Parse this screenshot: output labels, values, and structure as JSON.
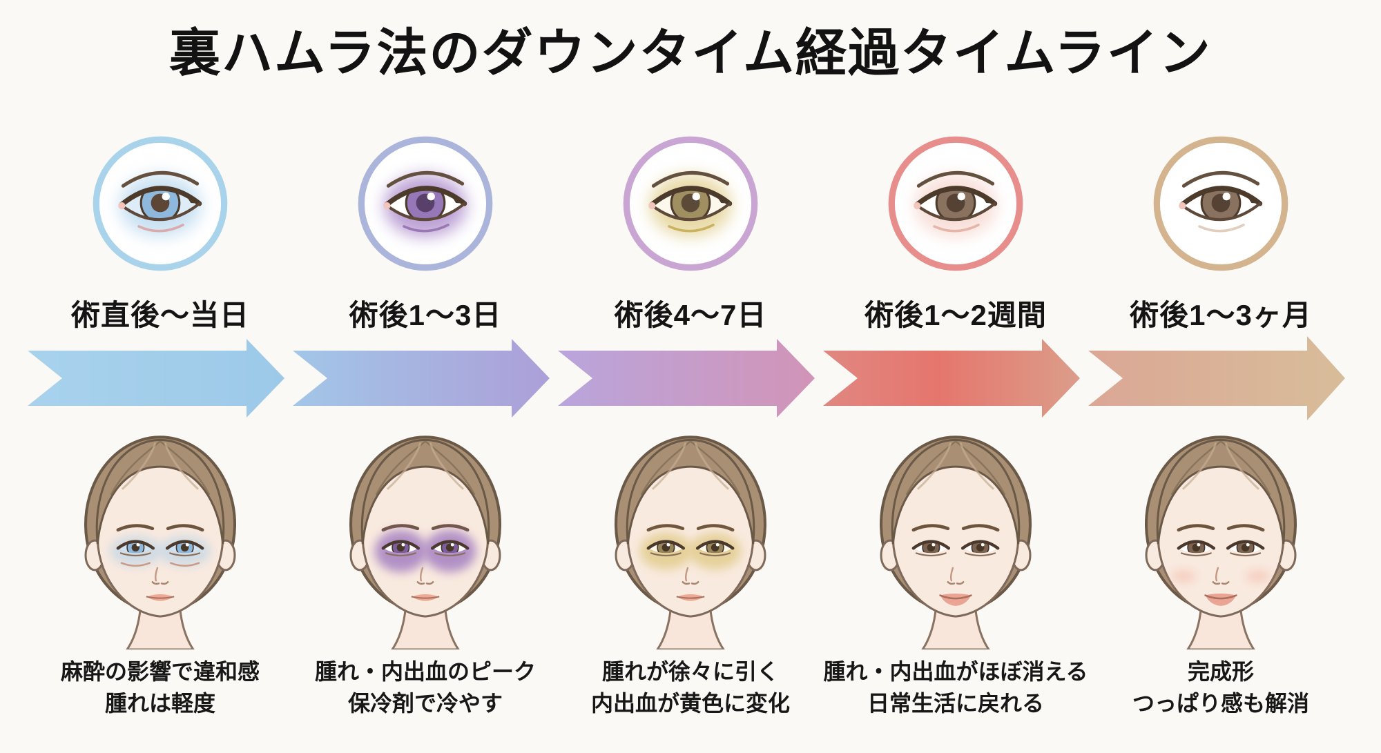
{
  "title": "裏ハムラ法のダウンタイム経過タイムライン",
  "colors": {
    "background": "#fbf9f5",
    "text": "#161616",
    "outline": "#6b5948",
    "skin": "#f9eadf",
    "hair": "#a98f74"
  },
  "stages": [
    {
      "label": "術直後〜当日",
      "caption_line1": "麻酔の影響で違和感",
      "caption_line2": "腫れは軽度",
      "ring_color": "#a9d3ea",
      "icon": {
        "bruise": "#9ec9e8",
        "bruise_opacity": 0.55,
        "eye_fill": "#ddecf7",
        "iris": "#8fb9dc",
        "pupil": "#5d4636",
        "under_line": "#d9a0a0"
      },
      "arrow": {
        "from": "#a8d2ec",
        "to": "#9dc9e9"
      },
      "face": {
        "bruise": "#a9cde9",
        "bruise_opacity": 0.5,
        "bruise_ry": 22,
        "eye_fill": "#cfe3f2",
        "iris": "#8fb9dc",
        "swollen": true,
        "smile": false,
        "blush": false
      }
    },
    {
      "label": "術後1〜3日",
      "caption_line1": "腫れ・内出血のピーク",
      "caption_line2": "保冷剤で冷やす",
      "ring_color": "#abb5dc",
      "icon": {
        "bruise": "#a27cc4",
        "bruise_opacity": 0.7,
        "eye_fill": "#ffffff",
        "iris": "#9678b8",
        "pupil": "#59406a",
        "under_line": "#8f6cab"
      },
      "arrow": {
        "from": "#a2c6e8",
        "to": "#ac9fd8"
      },
      "face": {
        "bruise": "#9a72bd",
        "bruise_opacity": 0.75,
        "bruise_ry": 30,
        "eye_fill": "#ffffff",
        "iris": "#7e5f9e",
        "swollen": false,
        "smile": false,
        "blush": false
      }
    },
    {
      "label": "術後4〜7日",
      "caption_line1": "腫れが徐々に引く",
      "caption_line2": "内出血が黄色に変化",
      "ring_color": "#c9a5d3",
      "icon": {
        "bruise": "#d9c16d",
        "bruise_opacity": 0.6,
        "eye_fill": "#fdf8ec",
        "iris": "#a08f60",
        "pupil": "#5c4a38",
        "under_line": "#c4a94f"
      },
      "arrow": {
        "from": "#b9a5dc",
        "to": "#d294b7"
      },
      "face": {
        "bruise": "#d8c06a",
        "bruise_opacity": 0.6,
        "bruise_ry": 26,
        "eye_fill": "#fdf8ea",
        "iris": "#97855c",
        "swollen": false,
        "smile": false,
        "blush": false
      }
    },
    {
      "label": "術後1〜2週間",
      "caption_line1": "腫れ・内出血がほぼ消える",
      "caption_line2": "日常生活に戻れる",
      "ring_color": "#e78e8c",
      "icon": {
        "bruise": "#f2c0b4",
        "bruise_opacity": 0.5,
        "eye_fill": "#ffffff",
        "iris": "#8a7260",
        "pupil": "#564234",
        "under_line": "#e0ac9e"
      },
      "arrow": {
        "from": "#e08781",
        "mid": "#e5766d",
        "to": "#dc9d8a"
      },
      "face": {
        "bruise": null,
        "bruise_opacity": 0,
        "bruise_ry": 0,
        "eye_fill": "#ffffff",
        "iris": "#7c6452",
        "swollen": false,
        "smile": true,
        "blush": false
      }
    },
    {
      "label": "術後1〜3ヶ月",
      "caption_line1": "完成形",
      "caption_line2": "つっぱり感も解消",
      "ring_color": "#d3b48e",
      "icon": {
        "bruise": null,
        "bruise_opacity": 0,
        "eye_fill": "#ffffff",
        "iris": "#8a7260",
        "pupil": "#564234",
        "under_line": "#dcc6b2"
      },
      "arrow": {
        "from": "#dba795",
        "to": "#d8bd9a"
      },
      "face": {
        "bruise": null,
        "bruise_opacity": 0,
        "bruise_ry": 0,
        "eye_fill": "#ffffff",
        "iris": "#7c6452",
        "swollen": false,
        "smile": true,
        "blush": true
      }
    }
  ]
}
